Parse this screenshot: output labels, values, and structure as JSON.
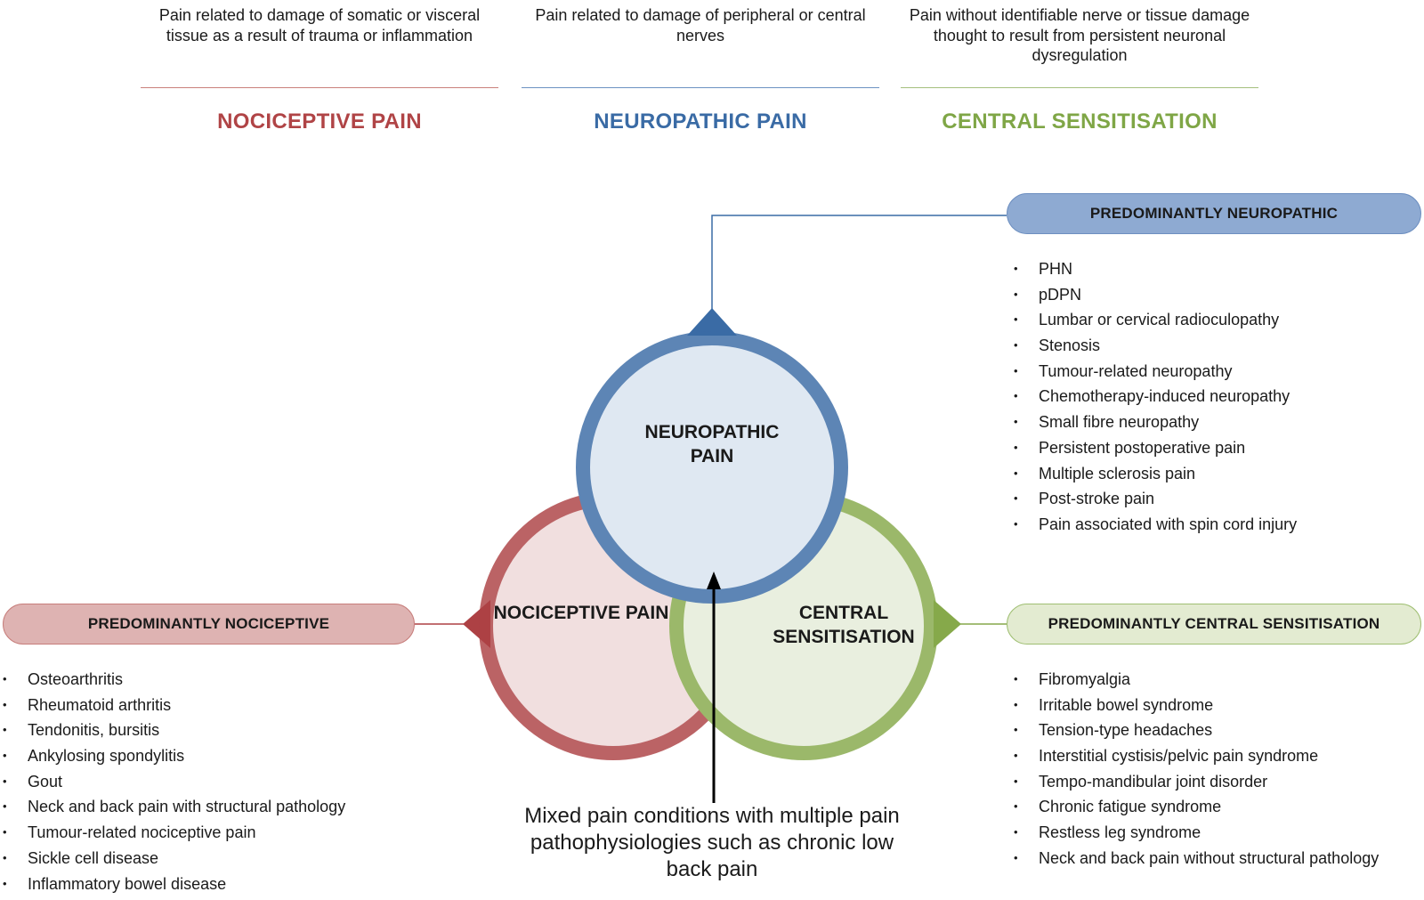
{
  "columns": [
    {
      "description": "Pain related to damage of somatic or visceral tissue as a result of trauma or inflammation",
      "heading": "NOCICEPTIVE PAIN",
      "color": "#b04446"
    },
    {
      "description": "Pain related to damage of peripheral or central nerves",
      "heading": "NEUROPATHIC PAIN",
      "color": "#3a6ba5"
    },
    {
      "description": "Pain without identifiable nerve or tissue damage thought to result from persistent neuronal dysregulation",
      "heading": "CENTRAL SENSITISATION",
      "color": "#7fa646"
    }
  ],
  "circles": {
    "neuropathic": {
      "label": "NEUROPATHIC PAIN",
      "stroke": "#3a6ba5",
      "fill": "#d9e3f0"
    },
    "nociceptive": {
      "label": "NOCICEPTIVE PAIN",
      "stroke": "#ad4144",
      "fill": "#efd8d8"
    },
    "central": {
      "label": "CENTRAL SENSITISATION",
      "stroke": "#86a94a",
      "fill": "#e5ecd8"
    }
  },
  "groups": {
    "neuropathic": {
      "title": "PREDOMINANTLY NEUROPATHIC",
      "items": [
        "PHN",
        "pDPN",
        "Lumbar or cervical radioculopathy",
        "Stenosis",
        "Tumour-related neuropathy",
        "Chemotherapy-induced neuropathy",
        "Small fibre neuropathy",
        "Persistent postoperative pain",
        "Multiple sclerosis pain",
        "Post-stroke pain",
        "Pain associated with spin cord injury"
      ]
    },
    "nociceptive": {
      "title": "PREDOMINANTLY NOCICEPTIVE",
      "items": [
        "Osteoarthritis",
        "Rheumatoid arthritis",
        "Tendonitis, bursitis",
        "Ankylosing spondylitis",
        "Gout",
        "Neck and back pain with structural pathology",
        "Tumour-related nociceptive pain",
        "Sickle cell disease",
        "Inflammatory bowel disease"
      ]
    },
    "central": {
      "title": "PREDOMINANTLY CENTRAL SENSITISATION",
      "items": [
        "Fibromyalgia",
        "Irritable bowel syndrome",
        "Tension-type headaches",
        "Interstitial cystisis/pelvic pain syndrome",
        "Tempo-mandibular joint disorder",
        "Chronic fatigue syndrome",
        "Restless leg syndrome",
        "Neck and back pain without structural pathology"
      ]
    }
  },
  "mixed_note": "Mixed pain conditions with multiple pain pathophysiologies such as chronic low back pain"
}
